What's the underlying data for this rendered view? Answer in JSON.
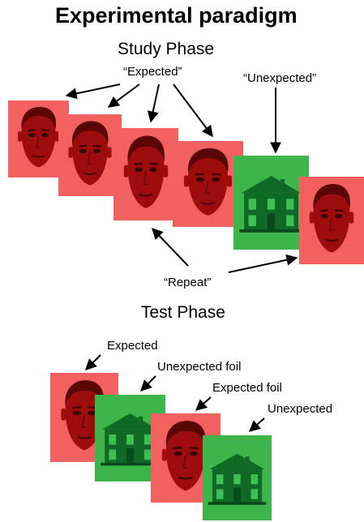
{
  "title": "Experimental paradigm",
  "study": {
    "heading": "Study Phase",
    "label_expected": "“Expected”",
    "label_unexpected": "“Unexpected”",
    "label_repeat": "“Repeat”"
  },
  "test": {
    "heading": "Test Phase",
    "label_expected": "Expected",
    "label_unexpected_foil": "Unexpected foil",
    "label_expected_foil": "Expected foil",
    "label_unexpected": "Unexpected"
  },
  "colors": {
    "face_background": "#f26060",
    "house_background": "#3db54a",
    "face_tint": "#9e0d0d",
    "house_tint": "#0f6a26"
  }
}
